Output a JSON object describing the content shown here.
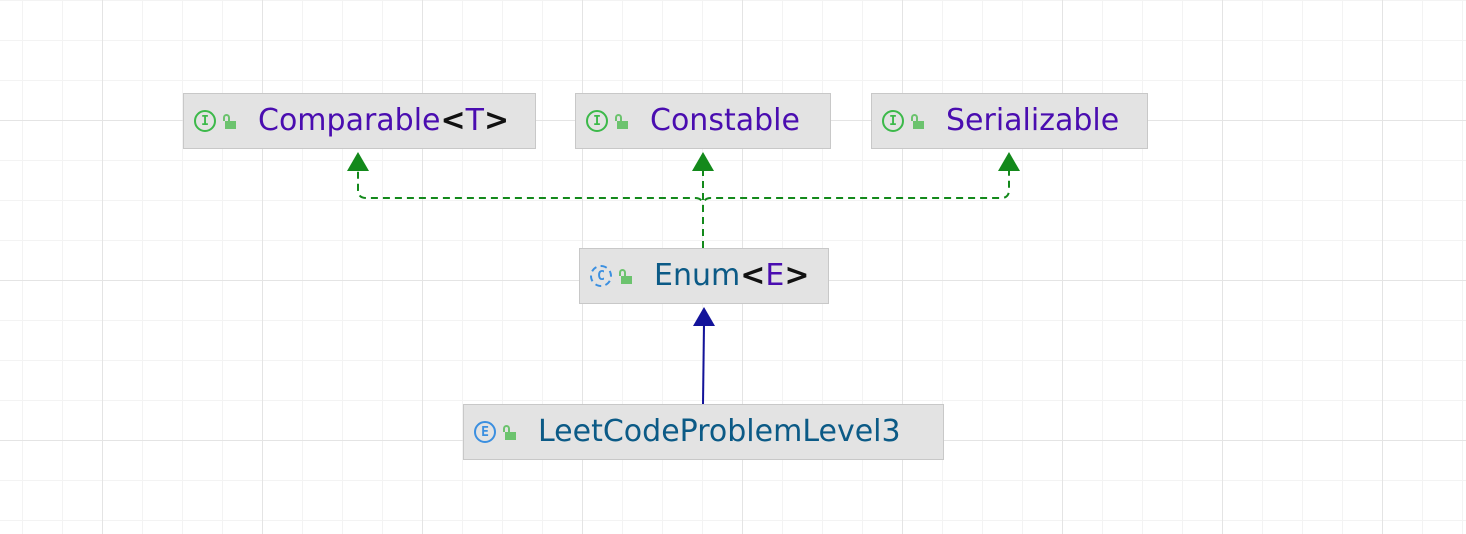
{
  "nodes": {
    "comparable": {
      "name": "Comparable",
      "type_param": "T",
      "kind": "interface",
      "badge": "I"
    },
    "constable": {
      "name": "Constable",
      "kind": "interface",
      "badge": "I"
    },
    "serializable": {
      "name": "Serializable",
      "kind": "interface",
      "badge": "I"
    },
    "enum": {
      "name": "Enum",
      "type_param": "E",
      "kind": "class",
      "badge": "C"
    },
    "leetcode": {
      "name": "LeetCodeProblemLevel3",
      "kind": "enum",
      "badge": "E"
    }
  },
  "edges": [
    {
      "from": "enum",
      "to": "comparable",
      "style": "implements"
    },
    {
      "from": "enum",
      "to": "constable",
      "style": "implements"
    },
    {
      "from": "enum",
      "to": "serializable",
      "style": "implements"
    },
    {
      "from": "leetcode",
      "to": "enum",
      "style": "extends"
    }
  ],
  "colors": {
    "implements_edge": "#13891b",
    "extends_edge": "#13139a",
    "interface_text": "#4a0db0",
    "class_text": "#0b5a86",
    "node_fill": "#e3e3e3"
  },
  "generic_brackets": {
    "open": "<",
    "close": ">"
  }
}
